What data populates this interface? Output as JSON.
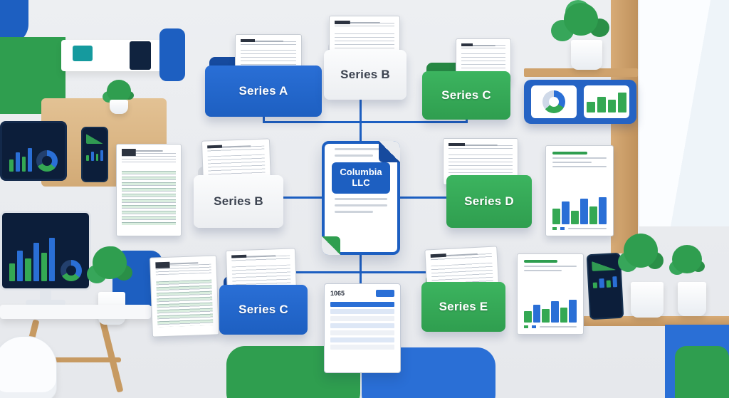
{
  "diagram": {
    "center": {
      "label": "Columbia LLC"
    },
    "folders": [
      {
        "id": "series-a",
        "label": "Series A",
        "color": "blue"
      },
      {
        "id": "series-b-top",
        "label": "Series B",
        "color": "white"
      },
      {
        "id": "series-c-top",
        "label": "Series C",
        "color": "green"
      },
      {
        "id": "series-b-mid",
        "label": "Series B",
        "color": "white"
      },
      {
        "id": "series-d",
        "label": "Series D",
        "color": "green"
      },
      {
        "id": "series-c-bottom",
        "label": "Series C",
        "color": "blue"
      },
      {
        "id": "series-e",
        "label": "Series E",
        "color": "green"
      }
    ],
    "invoice": {
      "form_number": "1065"
    }
  },
  "colors": {
    "accent_blue": "#1d5fc1",
    "accent_green": "#2f9e4f",
    "connector": "#1d5fc1",
    "background": "#e9ebee",
    "screen_navy": "#0c1e3a"
  },
  "decor_charts": {
    "report_mid_bars": [
      55,
      80,
      48,
      90,
      62,
      95
    ],
    "report_bottom_bars": [
      45,
      72,
      55,
      88,
      60,
      92
    ],
    "panel_bars": [
      50,
      75,
      60,
      92
    ],
    "tablet_bars": [
      40,
      65,
      50,
      78
    ],
    "monitor_bars": [
      35,
      60,
      45,
      75,
      55,
      85
    ],
    "phone_bars": [
      45,
      70,
      55,
      85
    ]
  }
}
